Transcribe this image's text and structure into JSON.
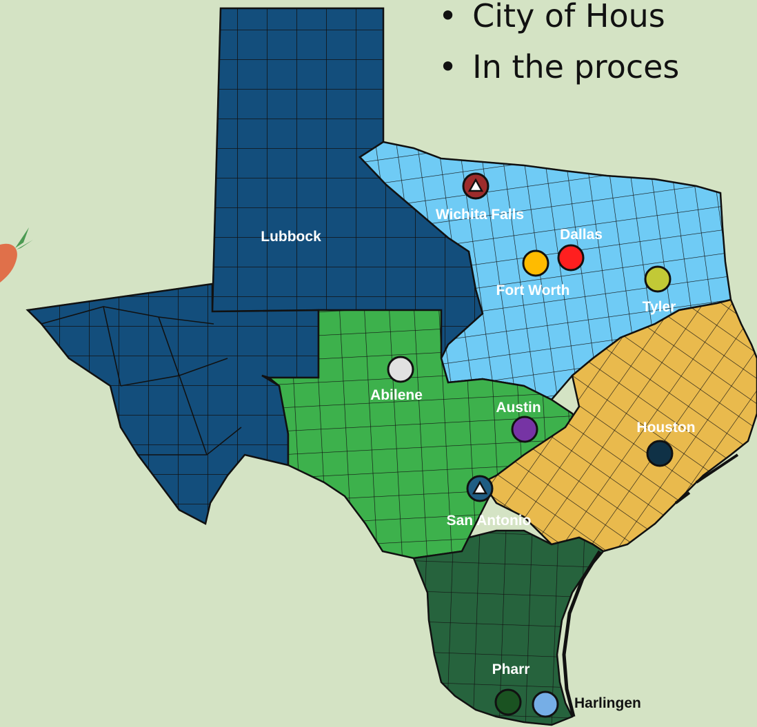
{
  "slide": {
    "bullets": [
      "City of Hous",
      "In the proces"
    ]
  },
  "map": {
    "colors": {
      "background": "#d4e3c4",
      "panhandle_west": "#134e7c",
      "north_east": "#6fcbf5",
      "central": "#3db14c",
      "south": "#26633d",
      "gulf_east": "#e9ba4d",
      "border": "#111111"
    },
    "cities": [
      {
        "name": "Lubbock",
        "marker": "none",
        "color": ""
      },
      {
        "name": "Wichita Falls",
        "marker": "triangle",
        "color": "#9d2c2c"
      },
      {
        "name": "Dallas",
        "marker": "circle",
        "color": "#ff1f1f"
      },
      {
        "name": "Fort Worth",
        "marker": "circle",
        "color": "#ffbb00"
      },
      {
        "name": "Tyler",
        "marker": "circle",
        "color": "#c2c936"
      },
      {
        "name": "Abilene",
        "marker": "circle",
        "color": "#e1e1e1"
      },
      {
        "name": "Austin",
        "marker": "circle",
        "color": "#7634a4"
      },
      {
        "name": "Houston",
        "marker": "circle",
        "color": "#0f3146"
      },
      {
        "name": "San Antonio",
        "marker": "triangle",
        "color": "#1f5d83"
      },
      {
        "name": "Pharr",
        "marker": "circle",
        "color": "#1a5221"
      },
      {
        "name": "Harlingen",
        "marker": "circle",
        "color": "#76aee6"
      }
    ]
  },
  "decor": {
    "carrot_color": "#e0704a",
    "carrot_leaf_color": "#4b9a52"
  }
}
